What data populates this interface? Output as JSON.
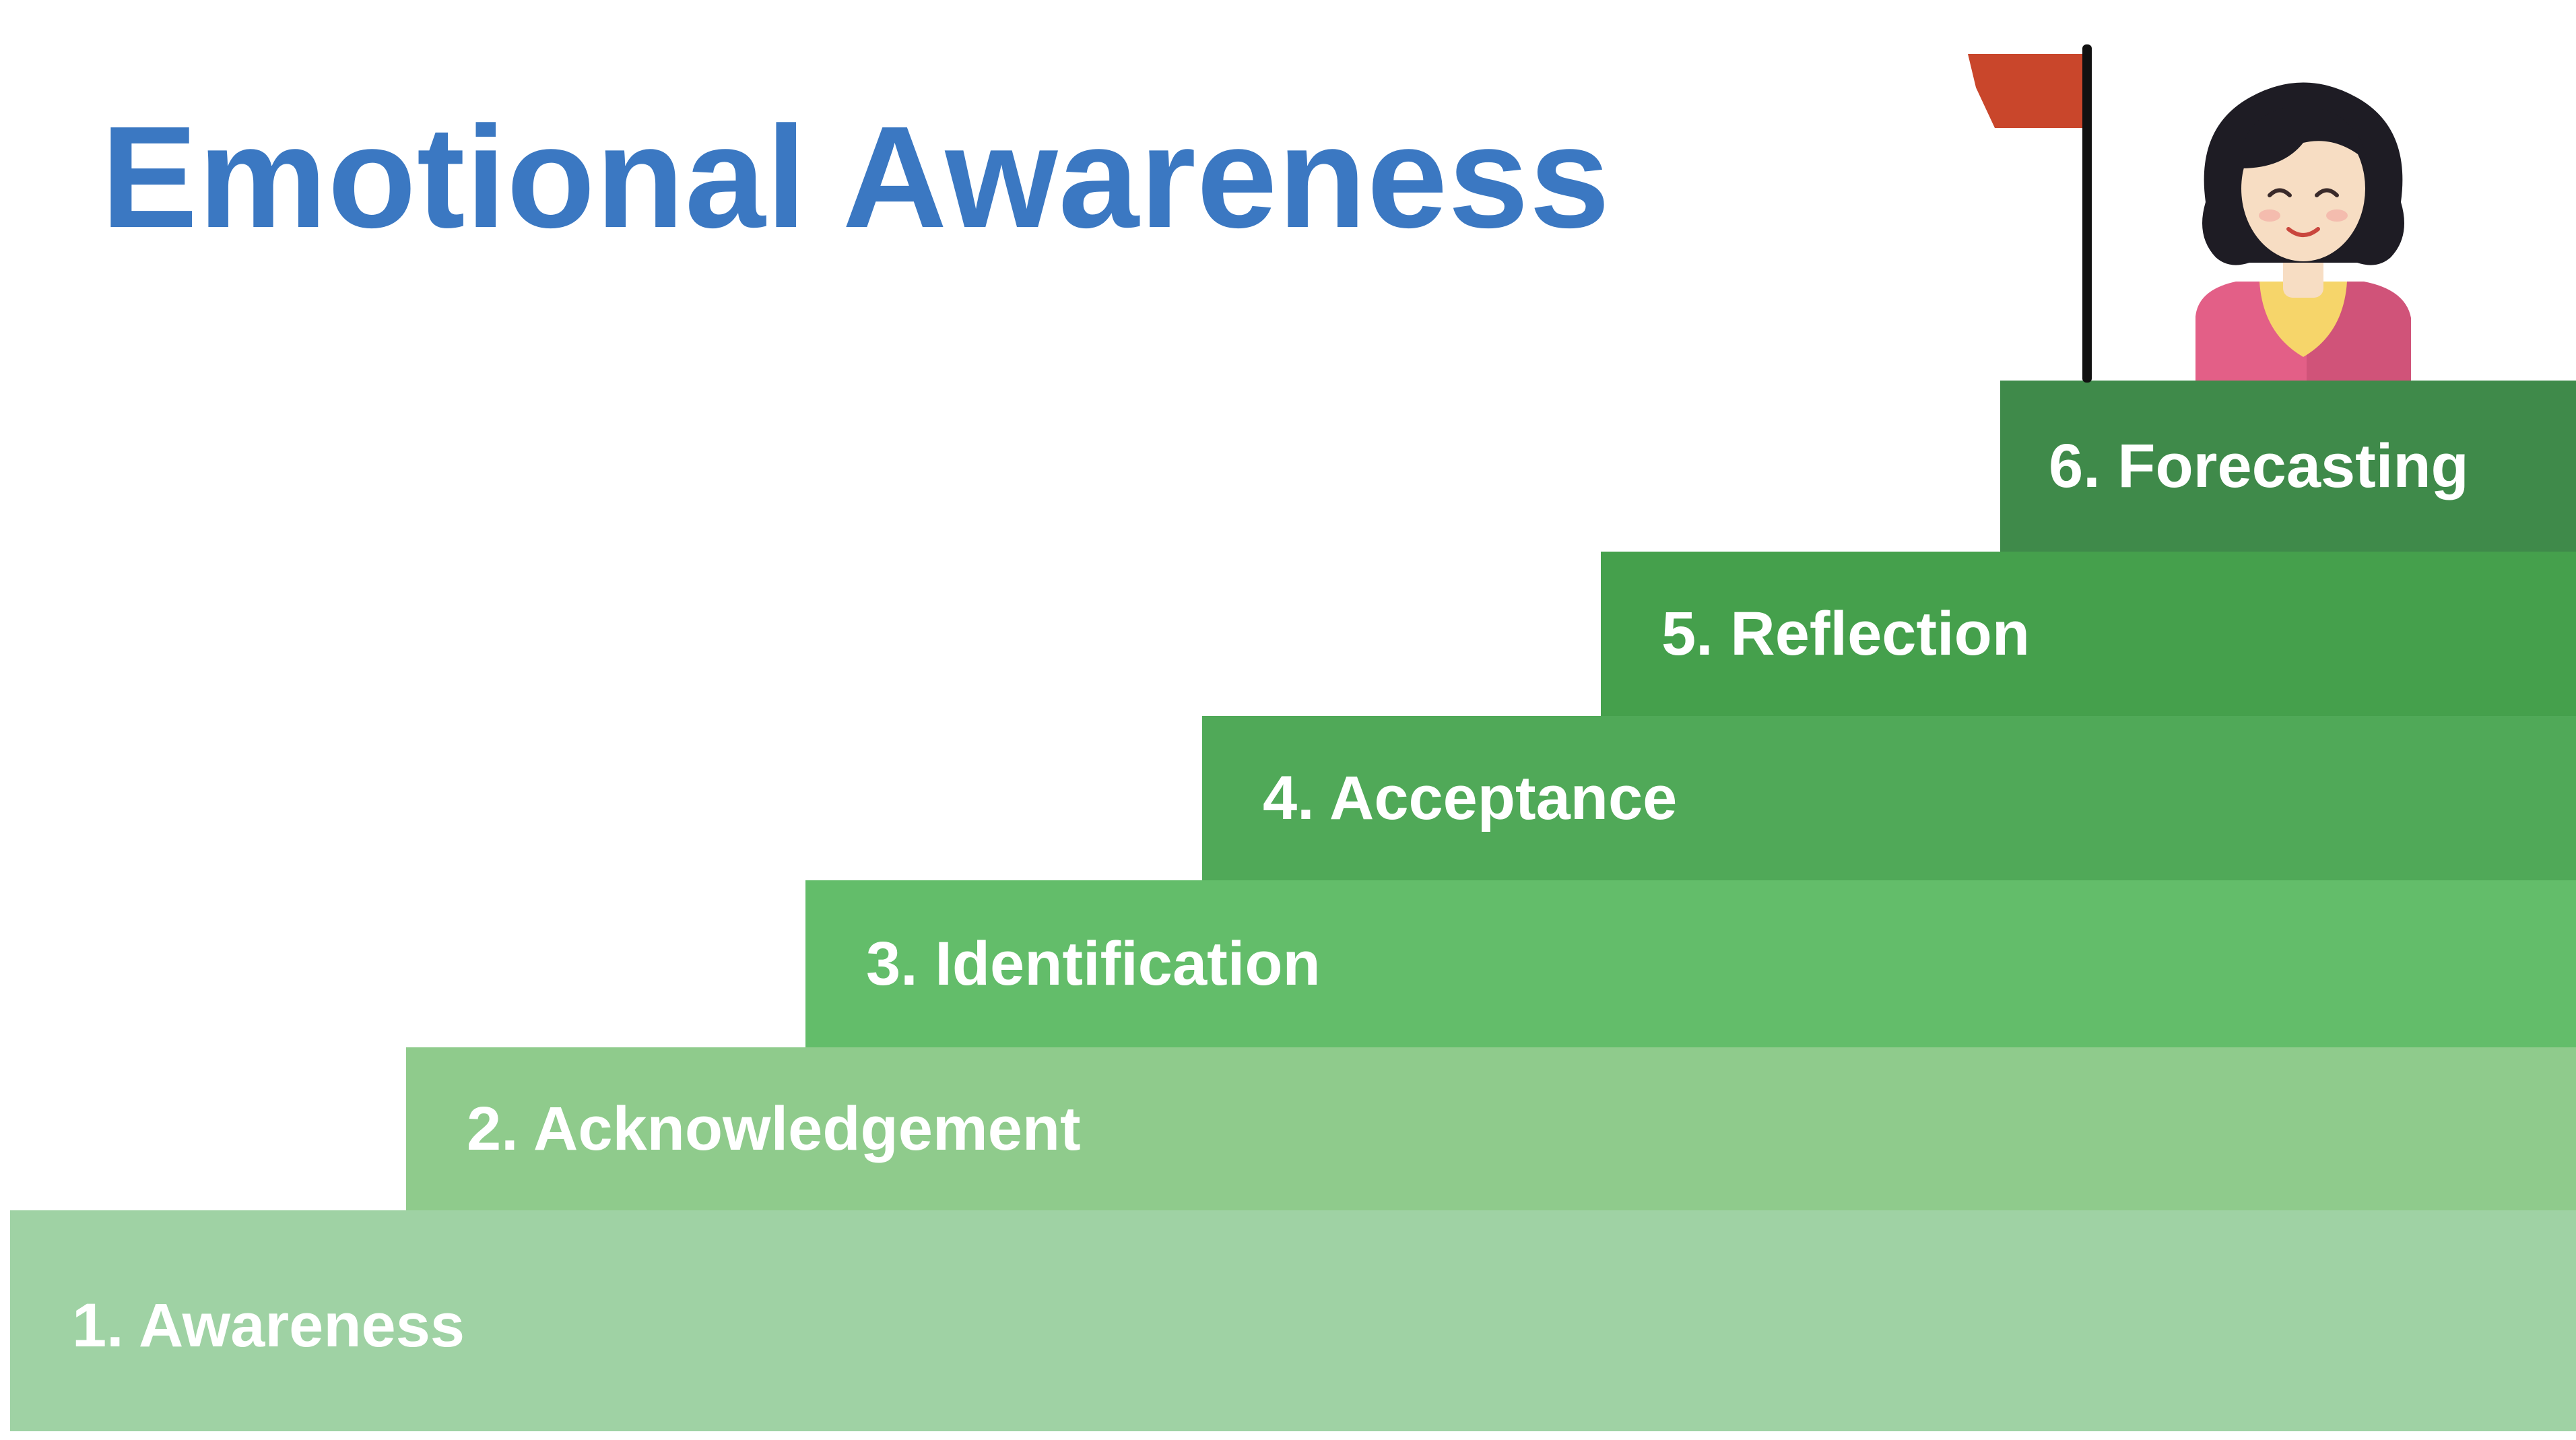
{
  "title": "Emotional Awareness",
  "colors": {
    "title": "#3b78c2",
    "step_1": "#9fd2a4",
    "step_2": "#8fcb8c",
    "step_3": "#63bd6a",
    "step_4": "#50a958",
    "step_5": "#45a04c",
    "step_6": "#3f8a4a",
    "flag": "#c9462b",
    "pole": "#111111",
    "shirt": "#e35f87",
    "collar": "#f6d56a",
    "hair": "#1e1c24",
    "skin": "#f7ddc3"
  },
  "steps": [
    {
      "label": "1. Awareness"
    },
    {
      "label": "2. Acknowledgement"
    },
    {
      "label": "3. Identification"
    },
    {
      "label": "4. Acceptance"
    },
    {
      "label": "5. Reflection"
    },
    {
      "label": "6. Forecasting"
    }
  ],
  "icons": {
    "flag": "flag-icon",
    "person": "person-illustration"
  }
}
